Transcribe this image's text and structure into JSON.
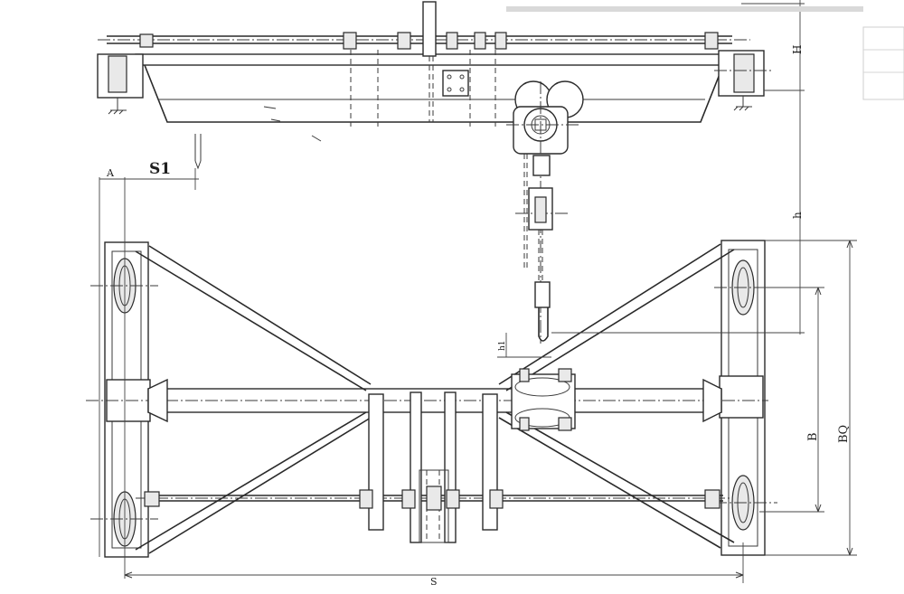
{
  "drawing": {
    "labels": {
      "S1": "S1",
      "A": "A",
      "H": "H",
      "h": "h",
      "B": "B",
      "BQ": "BQ",
      "S": "S",
      "h1": "h1"
    },
    "colors": {
      "line": "#2a2a2a",
      "paper": "#ffffff",
      "faint": "#b9b9b9"
    }
  }
}
